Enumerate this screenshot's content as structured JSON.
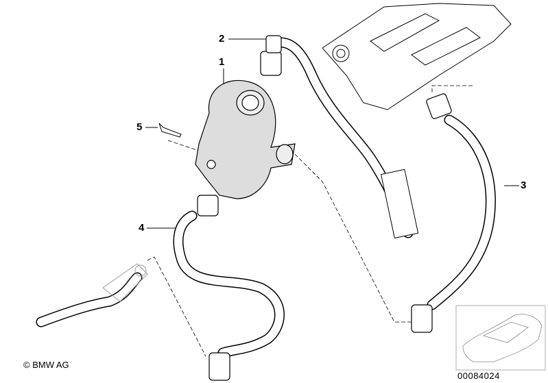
{
  "diagram": {
    "callouts": [
      {
        "number": "1",
        "part": "housing"
      },
      {
        "number": "2",
        "part": "upper-hose"
      },
      {
        "number": "3",
        "part": "right-hose"
      },
      {
        "number": "4",
        "part": "lower-hose"
      },
      {
        "number": "5",
        "part": "screw"
      }
    ],
    "copyright": "© BMW AG",
    "document_number": "00084024"
  }
}
